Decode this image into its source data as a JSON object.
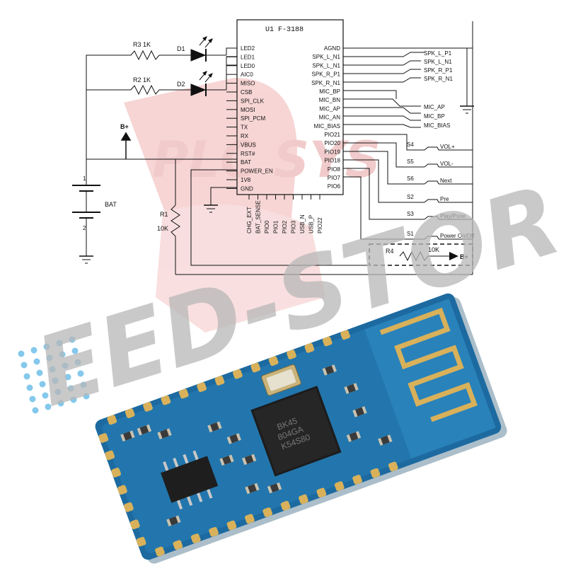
{
  "schematic": {
    "ic_title": "U1  F-3188",
    "left_pins": [
      "LED2",
      "LED1",
      "LED0",
      "AIC0",
      "MISO",
      "CSB",
      "SPI_CLK",
      "MOSI",
      "SPI_PCM",
      "TX",
      "RX",
      "VBUS",
      "RST#",
      "BAT",
      "POWER_EN",
      "1V8",
      "GND"
    ],
    "right_pins": [
      "AGND",
      "SPK_L_N1",
      "SPK_L_N1",
      "SPK_R_P1",
      "SPK_R_N1",
      "MIC_BP",
      "MIC_BN",
      "MIC_AP",
      "MIC_AN",
      "MIC_BIAS",
      "PIO21",
      "PIO20",
      "PIO19",
      "PIO18",
      "PIO8",
      "PIO7",
      "PIO6"
    ],
    "bottom_pins": [
      "CHG_EXT",
      "BAT_SENSE",
      "PIO0",
      "PIO1",
      "PIO2",
      "PIO3",
      "USB_N",
      "USB_P",
      "PIO22"
    ],
    "speaker_labels": [
      "SPK_L_P1",
      "SPK_L_N1",
      "SPK_R_P1",
      "SPK_R_N1"
    ],
    "mic_labels": [
      "MIC_AP",
      "MIC_BP",
      "MIC_BIAS"
    ],
    "switches": [
      {
        "id": "S4",
        "label": "VOL+"
      },
      {
        "id": "S5",
        "label": "VOL-"
      },
      {
        "id": "S6",
        "label": "Next"
      },
      {
        "id": "S2",
        "label": "Pre"
      },
      {
        "id": "S3",
        "label": "Play/Puse"
      },
      {
        "id": "S1",
        "label": "Power On/Off"
      }
    ],
    "r3": "R3  1K",
    "r2": "R2  1K",
    "d1": "D1",
    "d2": "D2",
    "bplus": "B+",
    "bat": "BAT",
    "bat_pin1": "1",
    "bat_pin2": "2",
    "r1_name": "R1",
    "r1_value": "10K",
    "r4_name": "R4",
    "r4_value": "10K",
    "r4_bplus": "B+"
  },
  "module": {
    "chip_text": [
      "BK45",
      "804GA",
      "K54S80"
    ]
  },
  "watermark": {
    "text": "EED-STOR",
    "logo_text": "PLC SYS"
  },
  "colors": {
    "pcb": "#1c6aa0",
    "pcb_light": "#2e86bf",
    "gold": "#d8b15a",
    "watermark_red": "#f2b4b4",
    "watermark_grey": "#b8b8b8",
    "dots": "#5bb6e6"
  }
}
